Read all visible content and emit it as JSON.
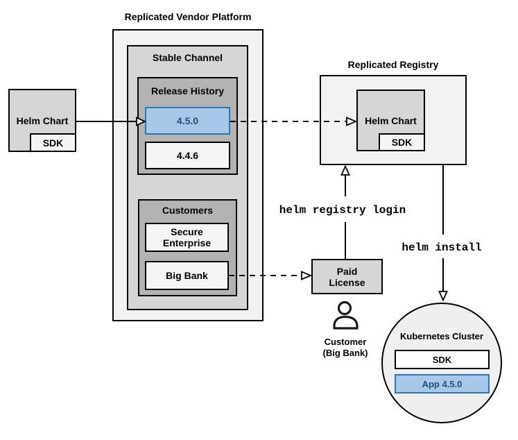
{
  "platform": {
    "title": "Replicated Vendor Platform"
  },
  "stable_channel": {
    "title": "Stable Channel"
  },
  "release_history": {
    "title": "Release History",
    "releases": [
      {
        "version": "4.5.0",
        "highlighted": true
      },
      {
        "version": "4.4.6",
        "highlighted": false
      }
    ]
  },
  "customers": {
    "title": "Customers",
    "items": [
      {
        "name": "Secure Enterprise"
      },
      {
        "name": "Big Bank"
      }
    ]
  },
  "source_chart": {
    "label": "Helm Chart",
    "sdk": "SDK"
  },
  "registry": {
    "title": "Replicated Registry",
    "chart_label": "Helm Chart",
    "sdk": "SDK"
  },
  "license": {
    "label": "Paid License"
  },
  "customer": {
    "line1": "Customer",
    "line2": "(Big Bank)"
  },
  "commands": {
    "login": "helm registry login",
    "install": "helm install"
  },
  "cluster": {
    "title": "Kubernetes Cluster",
    "sdk": "SDK",
    "app": "App 4.5.0"
  },
  "colors": {
    "highlight_fill": "#a9c7e9",
    "highlight_border": "#2e75b6",
    "highlight_text": "#1f4e79",
    "container_light": "#f2f2f2",
    "container_mid": "#d6d6d6",
    "container_dark": "#b3b3b3",
    "item_bg": "#f5f5f5",
    "line": "#000000"
  }
}
